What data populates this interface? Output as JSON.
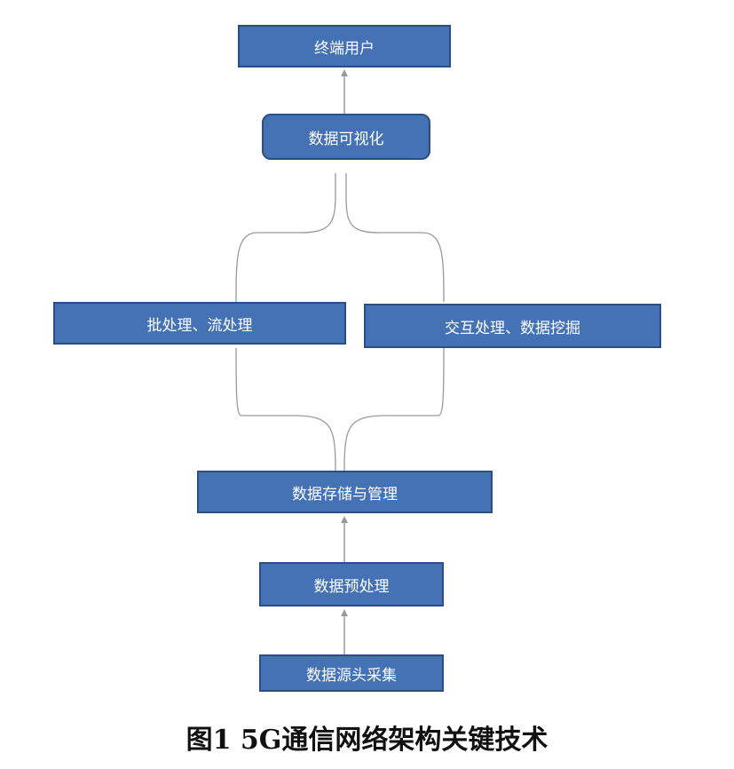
{
  "nodes": {
    "end_user": "终端用户",
    "visualization": "数据可视化",
    "batch_stream": "批处理、流处理",
    "interactive_mining": "交互处理、数据挖掘",
    "storage_management": "数据存储与管理",
    "preprocessing": "数据预处理",
    "source_collection": "数据源头采集"
  },
  "caption": "图1   5G通信网络架构关键技术",
  "colors": {
    "box_fill": "#4472b4",
    "box_border": "#2a4f82",
    "connector": "#9a9a9a"
  }
}
